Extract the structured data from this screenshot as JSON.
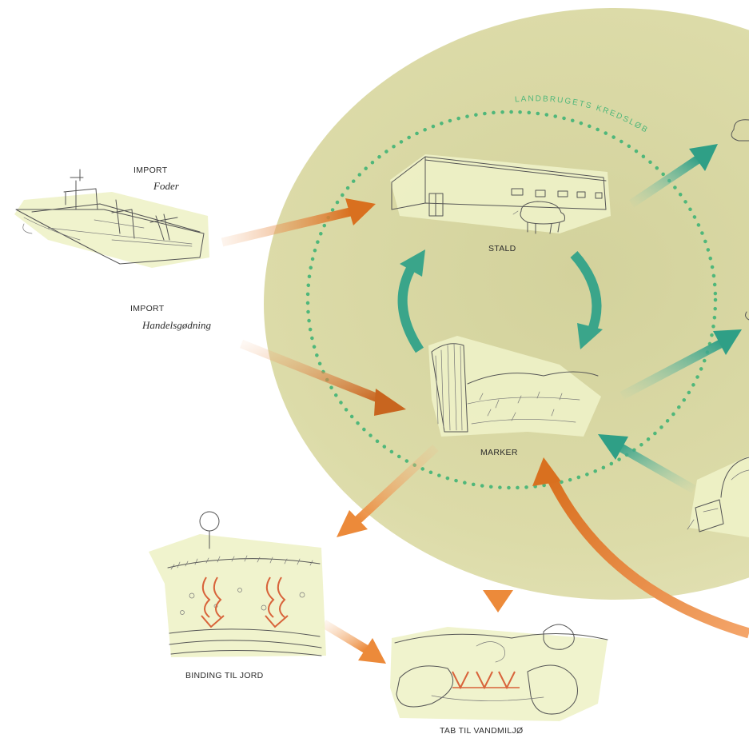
{
  "cycle": {
    "title": "LANDBRUGETS KREDSLØB"
  },
  "nodes": {
    "stald": {
      "label": "STALD"
    },
    "marker": {
      "label": "MARKER"
    },
    "binding": {
      "label": "BINDING TIL JORD"
    },
    "tab": {
      "label": "TAB TIL VANDMILJØ"
    }
  },
  "imports": {
    "foder": {
      "kind": "IMPORT",
      "name": "Foder"
    },
    "handelsgodning": {
      "kind": "IMPORT",
      "name": "Handelsgødning"
    }
  },
  "colors": {
    "ellipse": "#d8d6a0",
    "cycle_dots": "#4fb77a",
    "green_arrow": "#3aa58a",
    "orange_arrow": "#e07a2a",
    "light_orange_arrow": "#f0a868"
  }
}
